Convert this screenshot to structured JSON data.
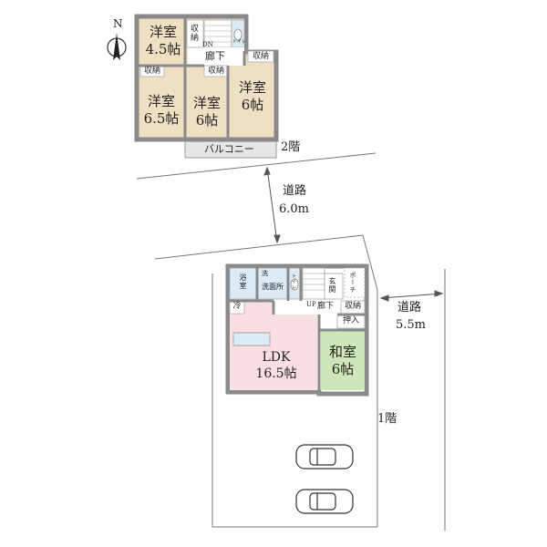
{
  "compass": {
    "north": "N"
  },
  "floor2": {
    "level": "2階",
    "hall": "廊下",
    "down": "DN",
    "toilet": "トイレ",
    "balcony": "バルコニー",
    "closet": "収納",
    "rooms": [
      {
        "name": "洋室",
        "size": "4.5帖"
      },
      {
        "name": "洋室",
        "size": "6.5帖"
      },
      {
        "name": "洋室",
        "size": "6帖"
      },
      {
        "name": "洋室",
        "size": "6帖"
      }
    ]
  },
  "road_north": {
    "label": "道路",
    "width": "6.0m"
  },
  "road_east": {
    "label": "道路",
    "width": "5.5m"
  },
  "floor1": {
    "level": "1階",
    "bath": "浴室",
    "wash_short": "洗",
    "washroom": "洗面所",
    "toilet": "トイレ",
    "entrance": "玄関",
    "porch": "ポーチ",
    "up": "UP",
    "hall": "廊下",
    "closet": "収納",
    "oshiire": "押入",
    "fridge": "冷",
    "ldk": {
      "name": "LDK",
      "size": "16.5帖"
    },
    "washitsu": {
      "name": "和室",
      "size": "6帖"
    }
  }
}
